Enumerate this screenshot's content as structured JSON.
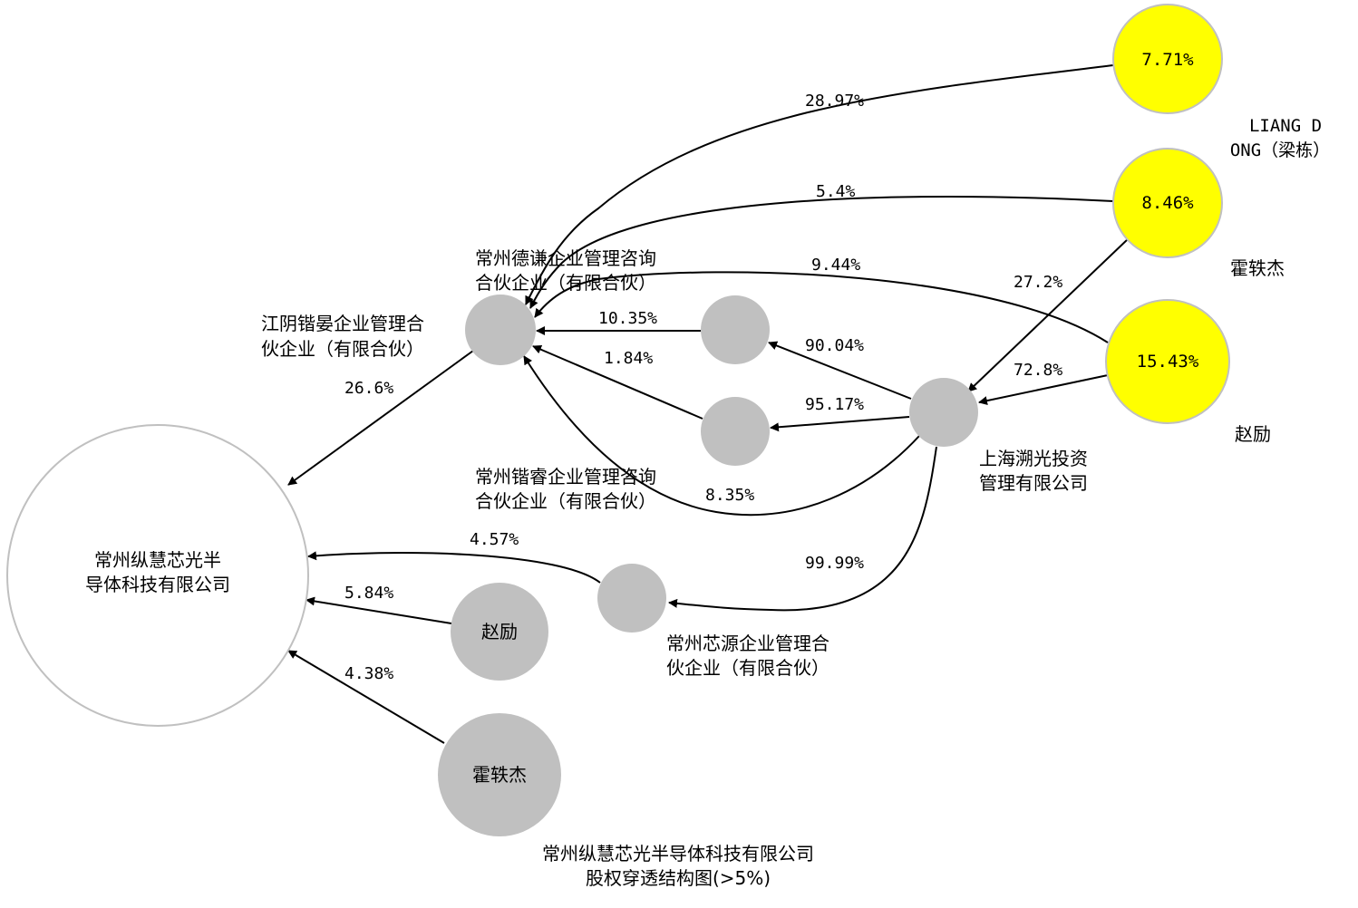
{
  "title": {
    "line1": "常州纵慧芯光半导体科技有限公司",
    "line2": "股权穿透结构图(>5%)"
  },
  "nodes": {
    "target": {
      "label_line1": "常州纵慧芯光半",
      "label_line2": "导体科技有限公司",
      "fill": "#ffffff"
    },
    "jiangyin": {
      "label_line1": "江阴锴晏企业管理合",
      "label_line2": "伙企业（有限合伙）",
      "fill": "#c0c0c0"
    },
    "deqian_caption": {
      "label_line1": "常州德谦企业管理咨询",
      "label_line2": "合伙企业（有限合伙）"
    },
    "kairui_caption": {
      "label_line1": "常州锴睿企业管理咨询",
      "label_line2": "合伙企业（有限合伙）"
    },
    "shanghai": {
      "label_line1": "上海溯光投资",
      "label_line2": "管理有限公司",
      "fill": "#c0c0c0"
    },
    "xinyuan": {
      "label_line1": "常州芯源企业管理合",
      "label_line2": "伙企业（有限合伙）",
      "fill": "#c0c0c0"
    },
    "mid1": {
      "fill": "#c0c0c0"
    },
    "mid2": {
      "fill": "#c0c0c0"
    },
    "zhaoli_direct": {
      "label": "赵励",
      "fill": "#c0c0c0"
    },
    "huotiejie_direct": {
      "label": "霍轶杰",
      "fill": "#c0c0c0"
    },
    "liangdong": {
      "inner": "7.71%",
      "label_line1": "LIANG D",
      "label_line2": "ONG（梁栋）",
      "fill": "#ffff00"
    },
    "huotiejie": {
      "inner": "8.46%",
      "label": "霍轶杰",
      "fill": "#ffff00"
    },
    "zhaoli": {
      "inner": "15.43%",
      "label": "赵励",
      "fill": "#ffff00"
    }
  },
  "edges": [
    {
      "from": "liangdong",
      "to": "jiangyin",
      "label": "28.97%"
    },
    {
      "from": "huotiejie",
      "to": "jiangyin",
      "label": "5.4%"
    },
    {
      "from": "zhaoli",
      "to": "jiangyin",
      "label": "9.44%"
    },
    {
      "from": "mid1",
      "to": "jiangyin",
      "label": "10.35%"
    },
    {
      "from": "mid2",
      "to": "jiangyin",
      "label": "1.84%"
    },
    {
      "from": "shanghai",
      "to": "jiangyin",
      "label": "8.35%"
    },
    {
      "from": "huotiejie",
      "to": "shanghai",
      "label": "27.2%"
    },
    {
      "from": "zhaoli",
      "to": "shanghai",
      "label": "72.8%"
    },
    {
      "from": "shanghai",
      "to": "mid1",
      "label": "90.04%"
    },
    {
      "from": "shanghai",
      "to": "mid2",
      "label": "95.17%"
    },
    {
      "from": "shanghai",
      "to": "xinyuan",
      "label": "99.99%"
    },
    {
      "from": "jiangyin",
      "to": "target",
      "label": "26.6%"
    },
    {
      "from": "xinyuan",
      "to": "target",
      "label": "4.57%"
    },
    {
      "from": "zhaoli_direct",
      "to": "target",
      "label": "5.84%"
    },
    {
      "from": "huotiejie_direct",
      "to": "target",
      "label": "4.38%"
    }
  ]
}
